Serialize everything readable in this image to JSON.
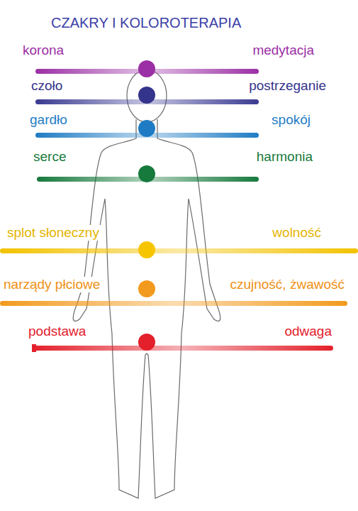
{
  "diagram": {
    "title": "CZAKRY I KOLOROTERAPIA",
    "labels": [
      "korona",
      "medytacja",
      "czoło",
      "postrzeganie",
      "gardło",
      "spokój",
      "serce",
      "harmonia",
      "splot słoneczny",
      "wolność",
      "narządy płciowe",
      "czujność, żwawość",
      "podstawa",
      "odwaga"
    ]
  }
}
